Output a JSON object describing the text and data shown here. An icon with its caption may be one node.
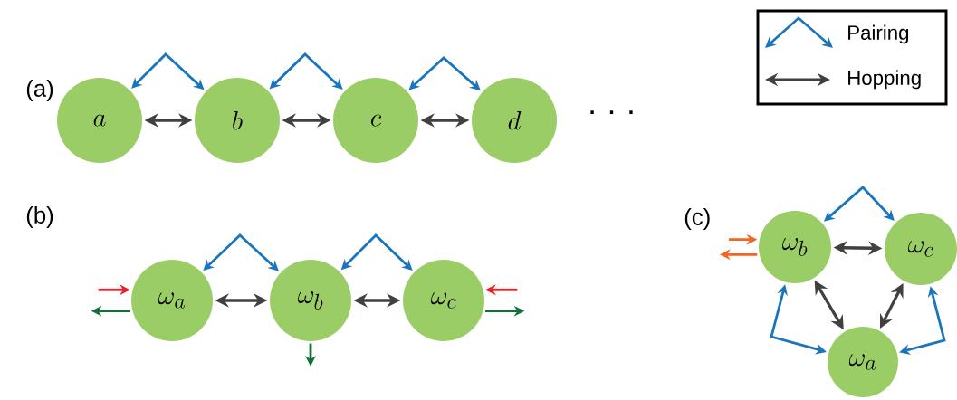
{
  "diagram": {
    "nodes": [
      {
        "text": [
          "a"
        ]
      },
      {
        "text": [
          "b"
        ]
      },
      {
        "text": [
          "c"
        ]
      },
      {
        "text": [
          "d"
        ]
      },
      {
        "text": [
          "\\omega_a"
        ]
      },
      {
        "text": [
          "\\omega_b"
        ]
      },
      {
        "text": [
          "\\omega_c"
        ]
      },
      {
        "text": [
          "\\omega_b"
        ]
      },
      {
        "text": [
          "\\omega_c"
        ]
      },
      {
        "text": [
          "\\omega_a"
        ]
      }
    ],
    "edges": [
      {
        "from": 0,
        "to": 1,
        "arrow": "both",
        "color": "#1b75bc"
      },
      {
        "from": 0,
        "to": 1,
        "arrow": "both",
        "color": "#404040"
      },
      {
        "from": 1,
        "to": 2,
        "arrow": "both",
        "color": "#1b75bc"
      },
      {
        "from": 1,
        "to": 2,
        "arrow": "both",
        "color": "#404040"
      },
      {
        "from": 2,
        "to": 3,
        "arrow": "both",
        "color": "#1b75bc"
      },
      {
        "from": 2,
        "to": 3,
        "arrow": "both",
        "color": "#404040"
      },
      {
        "from": 4,
        "to": 5,
        "arrow": "both",
        "color": "#1b75bc"
      },
      {
        "from": 4,
        "to": 5,
        "arrow": "both",
        "color": "#404040"
      },
      {
        "from": 5,
        "to": 6,
        "arrow": "both",
        "color": "#1b75bc"
      },
      {
        "from": 5,
        "to": 6,
        "arrow": "both",
        "color": "#404040"
      },
      {
        "from": null,
        "to": 4,
        "arrow": "to",
        "color": "#e8202a"
      },
      {
        "from": 4,
        "to": null,
        "arrow": "to",
        "color": "#13703a"
      },
      {
        "from": null,
        "to": 6,
        "arrow": "to",
        "color": "#e8202a"
      },
      {
        "from": 6,
        "to": null,
        "arrow": "to",
        "color": "#13703a"
      },
      {
        "from": 5,
        "to": null,
        "arrow": "to",
        "color": "#13703a"
      },
      {
        "from": 7,
        "to": 8,
        "arrow": "both",
        "color": "#1b75bc"
      },
      {
        "from": 7,
        "to": 8,
        "arrow": "both",
        "color": "#404040"
      },
      {
        "from": 7,
        "to": 9,
        "arrow": "both",
        "color": "#1b75bc"
      },
      {
        "from": 7,
        "to": 9,
        "arrow": "both",
        "color": "#404040"
      },
      {
        "from": 8,
        "to": 9,
        "arrow": "both",
        "color": "#1b75bc"
      },
      {
        "from": 8,
        "to": 9,
        "arrow": "both",
        "color": "#404040"
      },
      {
        "from": null,
        "to": 7,
        "arrow": "to",
        "color": "#f26522"
      },
      {
        "from": 7,
        "to": null,
        "arrow": "to",
        "color": "#f26522"
      }
    ],
    "labels": [
      "(a)",
      "· · ·",
      "(b)",
      "(c)"
    ],
    "legend": [
      {
        "text": "Pairing"
      },
      {
        "text": "Hopping"
      }
    ]
  }
}
